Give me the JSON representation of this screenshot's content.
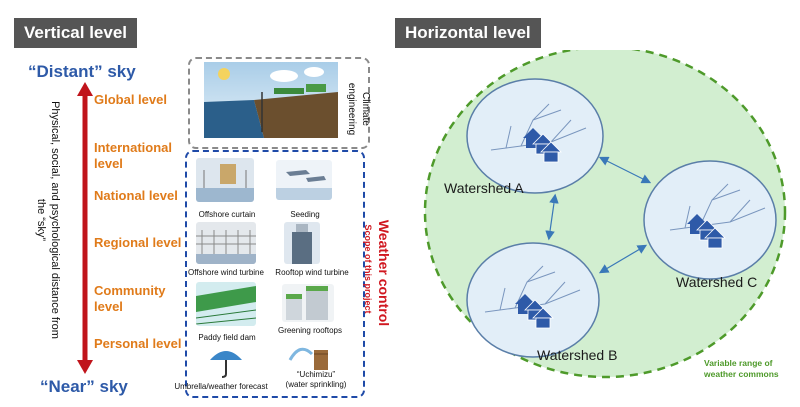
{
  "vertical": {
    "header": "Vertical level",
    "distant_sky": "“Distant” sky",
    "near_sky": "“Near” sky",
    "axis_label": "Physical, social, and psychological distance from the “sky”",
    "levels": [
      "Global level",
      "International level",
      "National level",
      "Regional level",
      "Community level",
      "Personal level"
    ],
    "arrow_color": "#c0141b",
    "climate_engineering": "Climate engineering",
    "scope_label": "Scope of this project",
    "weather_control": "Weather control",
    "items": {
      "offshore_curtain": "Offshore curtain",
      "seeding": "Seeding",
      "offshore_wind_turbine": "Offshore wind turbine",
      "rooftop_wind_turbine": "Rooftop wind turbine",
      "paddy_field_dam": "Paddy field dam",
      "greening_rooftops": "Greening rooftops",
      "umbrella": "Umbrella/weather forecast",
      "uchimizu_1": "“Uchimizu”",
      "uchimizu_2": "(water sprinkling)"
    }
  },
  "horizontal": {
    "header": "Horizontal level",
    "watershed_a": "Watershed A",
    "watershed_b": "Watershed B",
    "watershed_c": "Watershed C",
    "commons_note_1": "Variable range of",
    "commons_note_2": "weather commons"
  }
}
